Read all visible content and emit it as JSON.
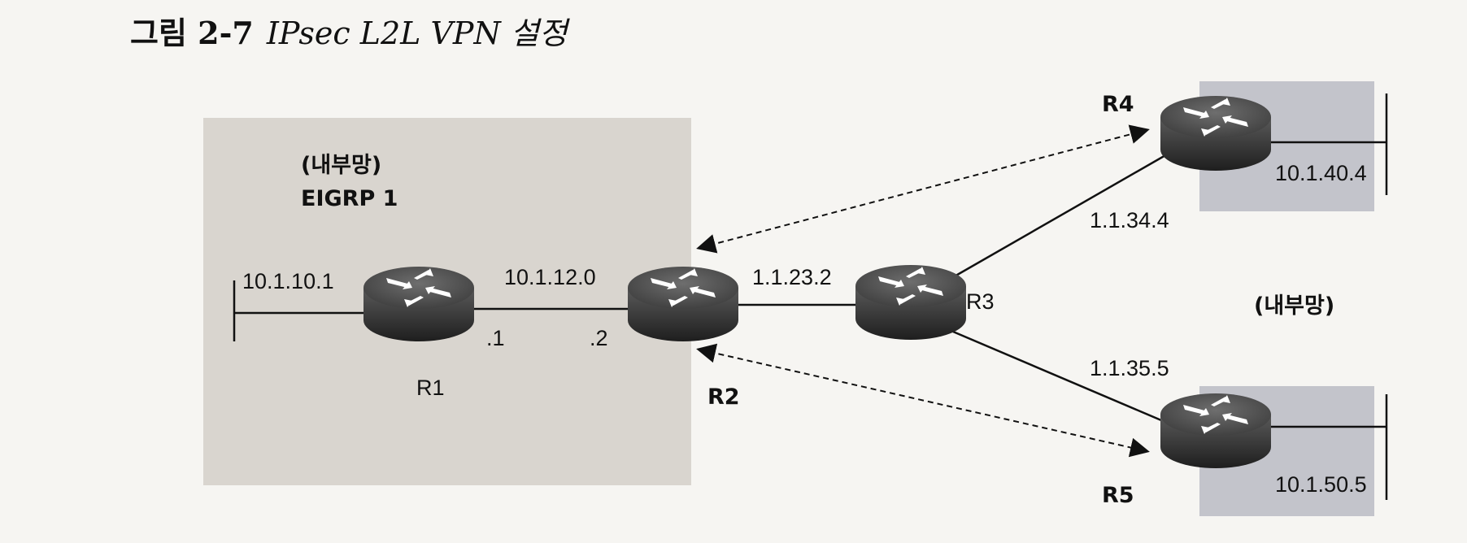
{
  "figure": {
    "number": "그림 2-7",
    "title": "IPsec L2L VPN 설정"
  },
  "networks": {
    "left_internal": "(내부망)",
    "left_protocol": "EIGRP 1",
    "right_internal": "(내부망)"
  },
  "routers": {
    "r1": "R1",
    "r2": "R2",
    "r3": "R3",
    "r4": "R4",
    "r5": "R5"
  },
  "links": {
    "r1_lan": "10.1.10.1",
    "r1_r2_net": "10.1.12.0",
    "r1_host": ".1",
    "r2_host": ".2",
    "r2_r3": "1.1.23.2",
    "r3_r4": "1.1.34.4",
    "r3_r5": "1.1.35.5",
    "r4_lan": "10.1.40.4",
    "r5_lan": "10.1.50.5"
  },
  "colors": {
    "internal_left": "#d9d5cf",
    "internal_right": "#c3c4cb",
    "router_body": "#3b3b3b"
  }
}
